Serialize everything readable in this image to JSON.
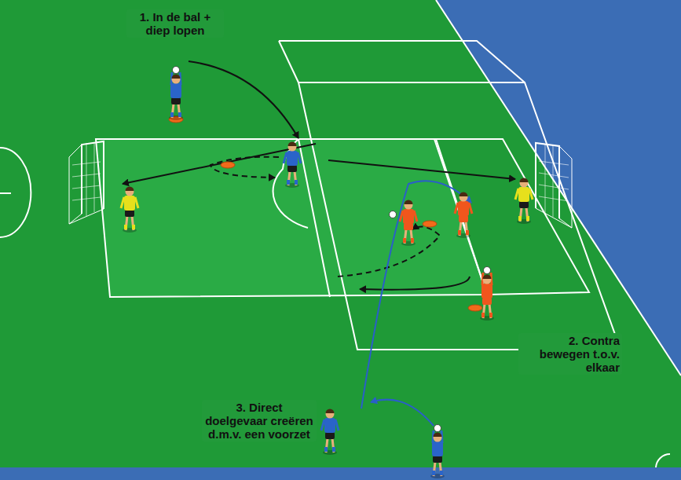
{
  "diagram": {
    "labels": [
      "1. In de bal + diep lopen",
      "2. Contra bewegen t.o.v. elkaar",
      "3. Direct doelgevaar creëren d.m.v. een voorzet"
    ]
  }
}
